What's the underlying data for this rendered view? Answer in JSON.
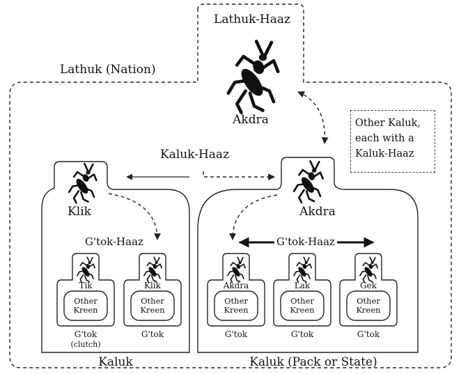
{
  "title_top": "Lathuk-Haaz",
  "nation_label": "Lathuk (Nation)",
  "top_leader": "Akdra",
  "other_kaluk_note": [
    "Other Kaluk,",
    "each with a",
    "Kaluk-Haaz"
  ],
  "kaluk_haaz_label": "Kaluk-Haaz",
  "left_kaluk": {
    "leader": "Klik",
    "gtok_haaz_label": "G'tok-Haaz",
    "gtoks": [
      {
        "name": "Tik",
        "other": [
          "Other",
          "Kreen"
        ],
        "caption": "G'tok",
        "subcaption": "(clutch)"
      },
      {
        "name": "Klik",
        "other": [
          "Other",
          "Kreen"
        ],
        "caption": "G'tok",
        "subcaption": ""
      }
    ],
    "bottom_label": "Kaluk"
  },
  "right_kaluk": {
    "leader": "Akdra",
    "gtok_haaz_label": "G'tok-Haaz",
    "gtoks": [
      {
        "name": "Akdra",
        "other": [
          "Other",
          "Kreen"
        ],
        "caption": "G'tok"
      },
      {
        "name": "Lak",
        "other": [
          "Other",
          "Kreen"
        ],
        "caption": "G'tok"
      },
      {
        "name": "Gek",
        "other": [
          "Other",
          "Kreen"
        ],
        "caption": "G'tok"
      }
    ],
    "bottom_label": "Kaluk (Pack or State)"
  },
  "icons": [
    "mantis-icon"
  ]
}
